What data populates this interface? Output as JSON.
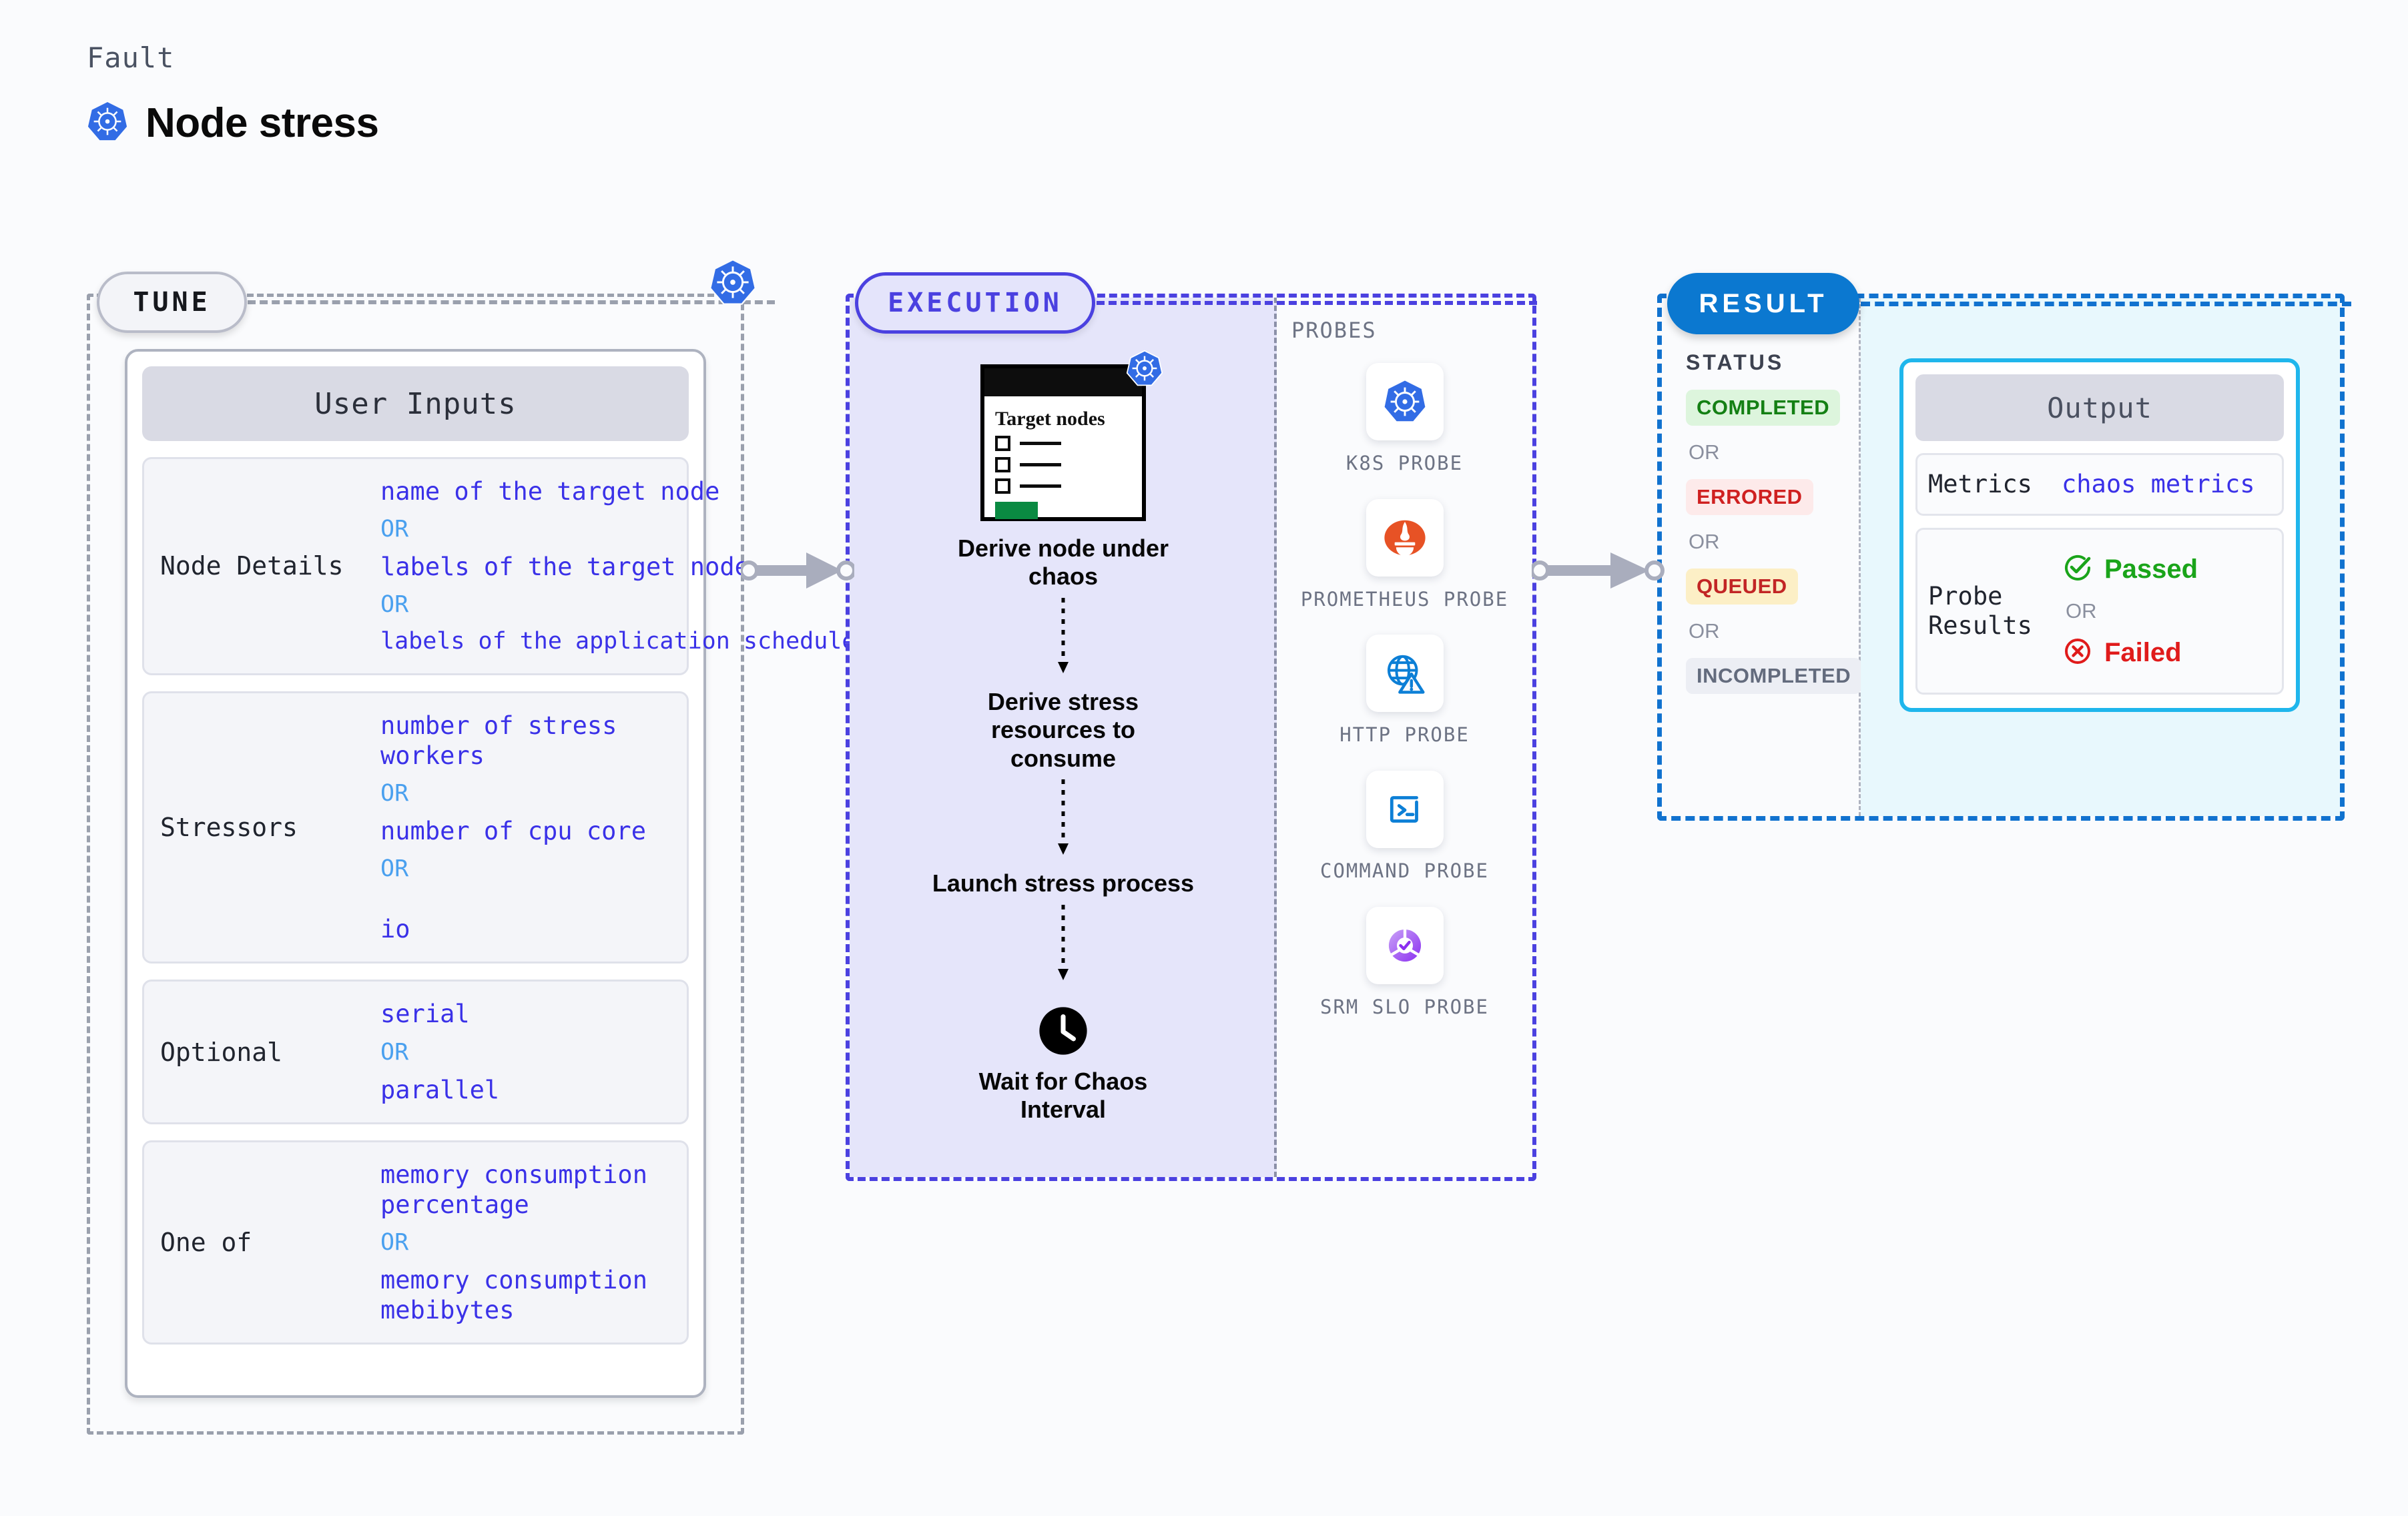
{
  "header": {
    "kicker": "Fault",
    "title": "Node stress",
    "icon": "kubernetes-icon"
  },
  "colors": {
    "page_bg": "#fafbfd",
    "tune_border": "#9aa0ad",
    "execution_accent": "#4b41e0",
    "execution_fill": "#e5e5fa",
    "result_accent": "#1172cf",
    "result_fill": "#e8f8fd",
    "output_border": "#1fb6ec",
    "value_text": "#3a31e8",
    "or_text": "#4aa0ef",
    "kubernetes_blue": "#326ce5"
  },
  "tune": {
    "badge": "TUNE",
    "icon": "kubernetes-icon",
    "card_title": "User Inputs",
    "groups": [
      {
        "label": "Node Details",
        "items": [
          {
            "type": "value",
            "text": "name of the target node"
          },
          {
            "type": "or",
            "text": "OR"
          },
          {
            "type": "value",
            "text": "labels of the target node"
          },
          {
            "type": "or",
            "text": "OR"
          },
          {
            "type": "value",
            "text": "labels of the application scheduled on target node"
          }
        ]
      },
      {
        "label": "Stressors",
        "items": [
          {
            "type": "value",
            "text": "number of stress workers"
          },
          {
            "type": "or",
            "text": "OR"
          },
          {
            "type": "value",
            "text": "number of cpu core"
          },
          {
            "type": "or",
            "text": "OR"
          },
          {
            "type": "value",
            "text": "io"
          }
        ]
      },
      {
        "label": "Optional",
        "items": [
          {
            "type": "value",
            "text": "serial"
          },
          {
            "type": "or",
            "text": "OR"
          },
          {
            "type": "value",
            "text": "parallel"
          }
        ]
      },
      {
        "label": "One of",
        "items": [
          {
            "type": "value",
            "text": "memory consumption percentage"
          },
          {
            "type": "or",
            "text": "OR"
          },
          {
            "type": "value",
            "text": "memory consumption mebibytes"
          }
        ]
      }
    ]
  },
  "execution": {
    "badge": "EXECUTION",
    "mockup": {
      "title": "Target nodes",
      "icon": "kubernetes-icon",
      "checkbox_rows": 3,
      "button": ""
    },
    "steps": [
      {
        "label": "Derive node under chaos",
        "icon": "target-nodes-window-icon"
      },
      {
        "label": "Derive stress resources to consume",
        "icon": ""
      },
      {
        "label": "Launch stress process",
        "icon": ""
      },
      {
        "label": "Wait for Chaos Interval",
        "icon": "clock-icon"
      }
    ],
    "probes_label": "PROBES",
    "probes": [
      {
        "name": "K8S PROBE",
        "icon": "kubernetes-icon"
      },
      {
        "name": "PROMETHEUS PROBE",
        "icon": "prometheus-icon"
      },
      {
        "name": "HTTP PROBE",
        "icon": "globe-warning-icon"
      },
      {
        "name": "COMMAND PROBE",
        "icon": "terminal-icon"
      },
      {
        "name": "SRM SLO PROBE",
        "icon": "slo-check-icon"
      }
    ]
  },
  "result": {
    "badge": "RESULT",
    "status_label": "STATUS",
    "statuses": [
      {
        "text": "COMPLETED",
        "bg": "#ddf5dd",
        "fg": "#148014"
      },
      {
        "text": "OR",
        "separator": true
      },
      {
        "text": "ERRORED",
        "bg": "#fdeaea",
        "fg": "#cf2020"
      },
      {
        "text": "OR",
        "separator": true
      },
      {
        "text": "QUEUED",
        "bg": "#fcefc6",
        "fg": "#c22525"
      },
      {
        "text": "OR",
        "separator": true
      },
      {
        "text": "INCOMPLETED",
        "bg": "#eceef4",
        "fg": "#636b7d"
      }
    ],
    "output": {
      "title": "Output",
      "metrics_label": "Metrics",
      "metrics_value": "chaos metrics",
      "probe_results_label": "Probe Results",
      "passed": "Passed",
      "or": "OR",
      "failed": "Failed",
      "passed_color": "#1aa41a",
      "failed_color": "#e01b1b"
    }
  }
}
